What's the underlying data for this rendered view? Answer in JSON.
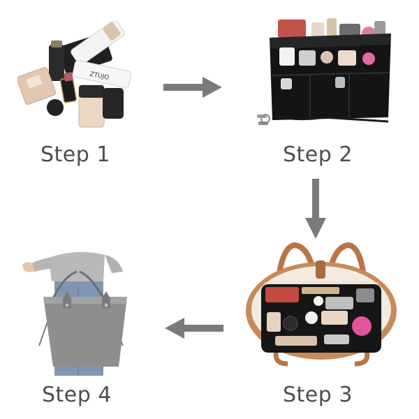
{
  "steps": [
    {
      "label": "Step 1",
      "illustration": "cosmetics-pile"
    },
    {
      "label": "Step 2",
      "illustration": "black-felt-organizer"
    },
    {
      "label": "Step 3",
      "illustration": "organizer-inside-tote"
    },
    {
      "label": "Step 4",
      "illustration": "person-carrying-grey-tote"
    }
  ],
  "product_text": "ZTUJO",
  "arrows": [
    "arrow-right",
    "arrow-down",
    "arrow-left"
  ],
  "colors": {
    "label": "#4d4d4d",
    "arrow": "#7a7a7a",
    "felt": "#141414",
    "tote_leather": "#c98a5a",
    "tote_grey": "#8e8e8e",
    "tote_lining": "#f3ebe1"
  }
}
